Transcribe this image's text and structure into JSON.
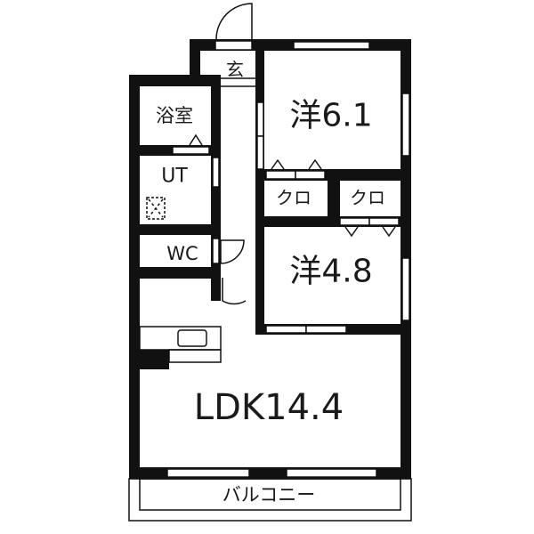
{
  "colors": {
    "wall": "#111111",
    "background": "#ffffff"
  },
  "rooms": {
    "entrance": "玄",
    "bath": "浴室",
    "utility": "UT",
    "toilet": "WC",
    "western1": "洋6.1",
    "western2": "洋4.8",
    "closet1": "クロ",
    "closet2": "クロ",
    "ldk": "LDK14.4",
    "balcony": "バルコニー"
  }
}
